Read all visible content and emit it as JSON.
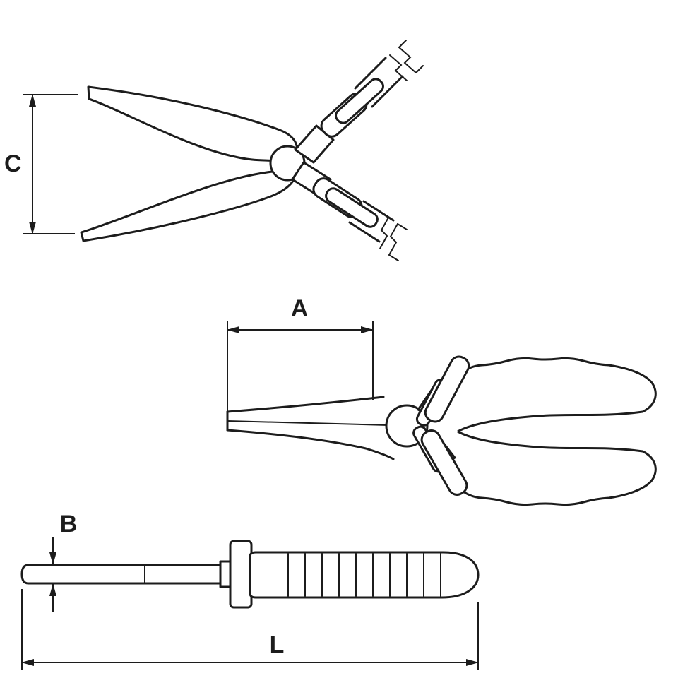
{
  "diagram": {
    "subject": "pliers-technical-drawing",
    "colors": {
      "line": "#1c1c1c",
      "background": "#ffffff"
    },
    "dimension_labels": {
      "jaw_opening_c": "C",
      "jaw_length_a": "A",
      "jaw_thickness_b": "B",
      "overall_length_l": "L"
    }
  }
}
